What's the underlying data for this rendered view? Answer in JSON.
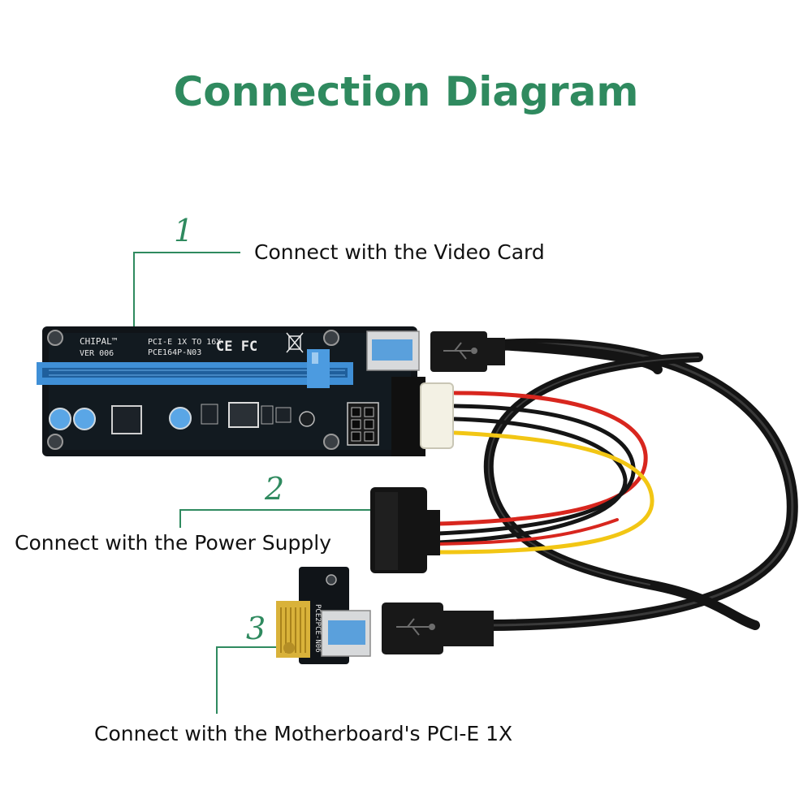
{
  "title": "Connection Diagram",
  "accent_color": "#2f8a5f",
  "steps": [
    {
      "number": "1",
      "label": "Connect with the Video Card"
    },
    {
      "number": "2",
      "label": "Connect with the Power Supply"
    },
    {
      "number": "3",
      "label": "Connect with the Motherboard's PCI-E 1X"
    }
  ],
  "board": {
    "brand": "CHIPAL™",
    "version": "VER 006",
    "spec": "PCI-E 1X TO 16X",
    "model": "PCE164P-N03",
    "marks": "CE FC",
    "small_model": "PCE2PCE-N06"
  },
  "icons": [
    "usb-icon",
    "ce-mark-icon",
    "fcc-mark-icon",
    "recycle-bin-icon"
  ]
}
